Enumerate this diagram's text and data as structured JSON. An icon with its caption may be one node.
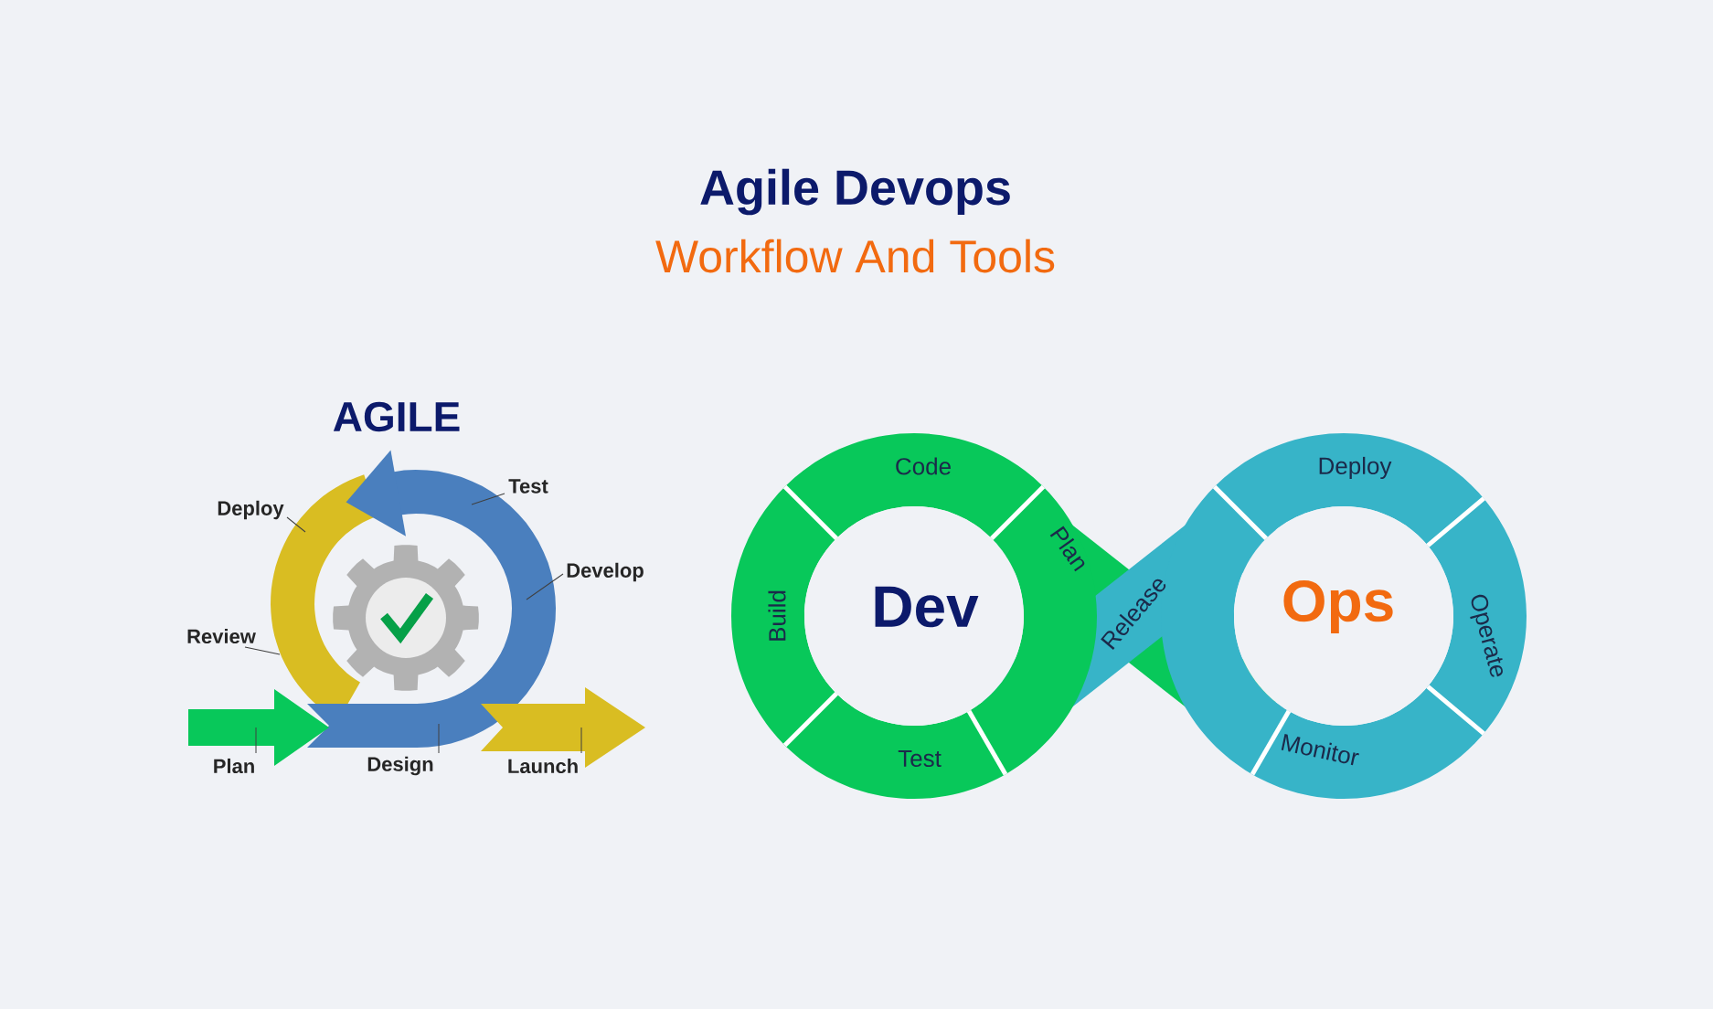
{
  "diagram": {
    "title": "Agile Devops",
    "nodes": [
      {
        "text": [
          "Test"
        ]
      },
      {
        "text": [
          "Develop"
        ]
      },
      {
        "text": [
          "Deploy"
        ]
      },
      {
        "text": [
          "Review"
        ]
      },
      {
        "text": [
          "Plan"
        ]
      },
      {
        "text": [
          "Design"
        ]
      },
      {
        "text": [
          "Launch"
        ]
      },
      {
        "text": [],
        "shape": "arrow"
      },
      {
        "text": [],
        "shape": "arrow"
      }
    ],
    "edges": [
      {
        "from": 0,
        "to": null,
        "arrow": "none"
      },
      {
        "from": 1,
        "to": null,
        "arrow": "none"
      },
      {
        "from": 2,
        "to": null,
        "arrow": "none"
      },
      {
        "from": 3,
        "to": null,
        "arrow": "none"
      },
      {
        "from": 4,
        "to": 7,
        "arrow": "none"
      },
      {
        "from": 5,
        "to": null,
        "arrow": "none"
      },
      {
        "from": 6,
        "to": 8,
        "arrow": "none"
      }
    ],
    "labels": [
      "Workflow And Tools",
      "AGILE",
      "Code",
      "Plan",
      "Build",
      "Dev",
      "Release",
      "Ops",
      "Deploy",
      "Operate",
      "Test",
      "Monitor"
    ]
  }
}
